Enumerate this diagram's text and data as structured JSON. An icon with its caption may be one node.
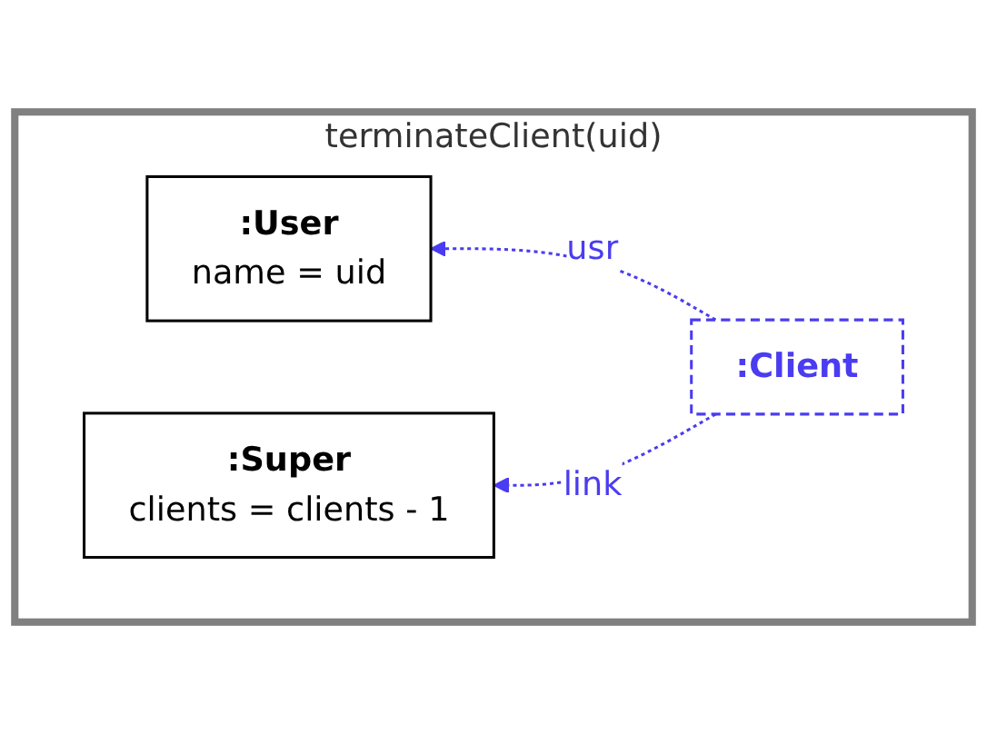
{
  "diagram": {
    "nodes": [
      {
        "text": [
          "terminateClient(uid)"
        ]
      },
      {
        "text": [
          ":User",
          "name = uid"
        ],
        "in": 0
      },
      {
        "text": [
          ":Client"
        ],
        "in": 0
      },
      {
        "text": [
          ":Super",
          "clients = clients - 1"
        ],
        "in": 0
      }
    ],
    "edges": [
      {
        "from": 2,
        "to": 1,
        "arrow": "to",
        "label": "usr",
        "style": "dashed"
      },
      {
        "from": 2,
        "to": 3,
        "arrow": "to",
        "label": "link",
        "style": "dashed"
      }
    ]
  }
}
